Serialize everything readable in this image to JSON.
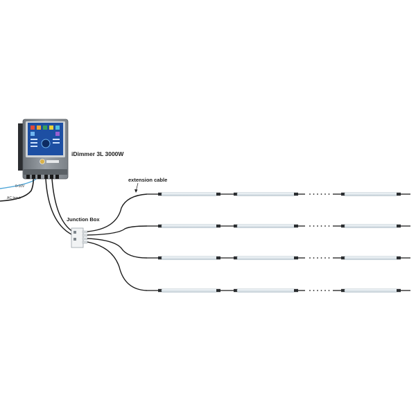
{
  "labels": {
    "device_name": "iDimmer 3L 3000W",
    "extension_cable": "extension cable",
    "junction_box": "Junction Box",
    "signal_input": "0-10V",
    "ac_input": "AC Input"
  },
  "screen_logo_text": "",
  "colors": {
    "cable": "#1c1c1c",
    "signal_cable": "#4fa6d8",
    "tube": "#e7eef2",
    "tube_edge": "#b9c6cd",
    "device_body": "#8a9096",
    "device_screen": "#1d4fa3"
  },
  "runs": {
    "count": 4,
    "tubes_per_run": 3,
    "gap_marker": "ellipsis"
  }
}
